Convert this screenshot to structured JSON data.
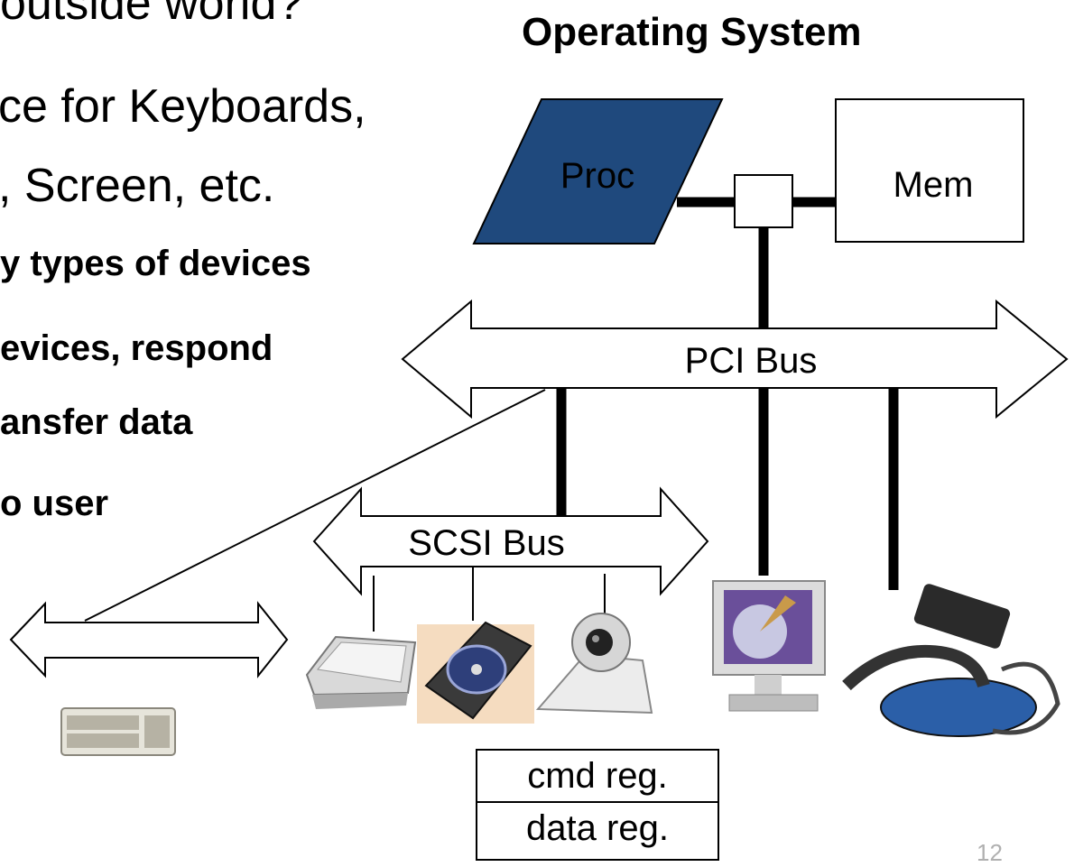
{
  "slide": {
    "title": "Operating System",
    "bullets": [
      "outside world?",
      "ce for Keyboards,",
      ", Screen, etc.",
      "y types of devices",
      "evices, respond",
      "ansfer data",
      "o user"
    ],
    "page_number": "12"
  },
  "diagram": {
    "proc_label": "Proc",
    "mem_label": "Mem",
    "pci_bus_label": "PCI Bus",
    "scsi_bus_label": "SCSI Bus",
    "registers": [
      "cmd reg.",
      "data reg."
    ],
    "proc_color": "#1f497d"
  }
}
